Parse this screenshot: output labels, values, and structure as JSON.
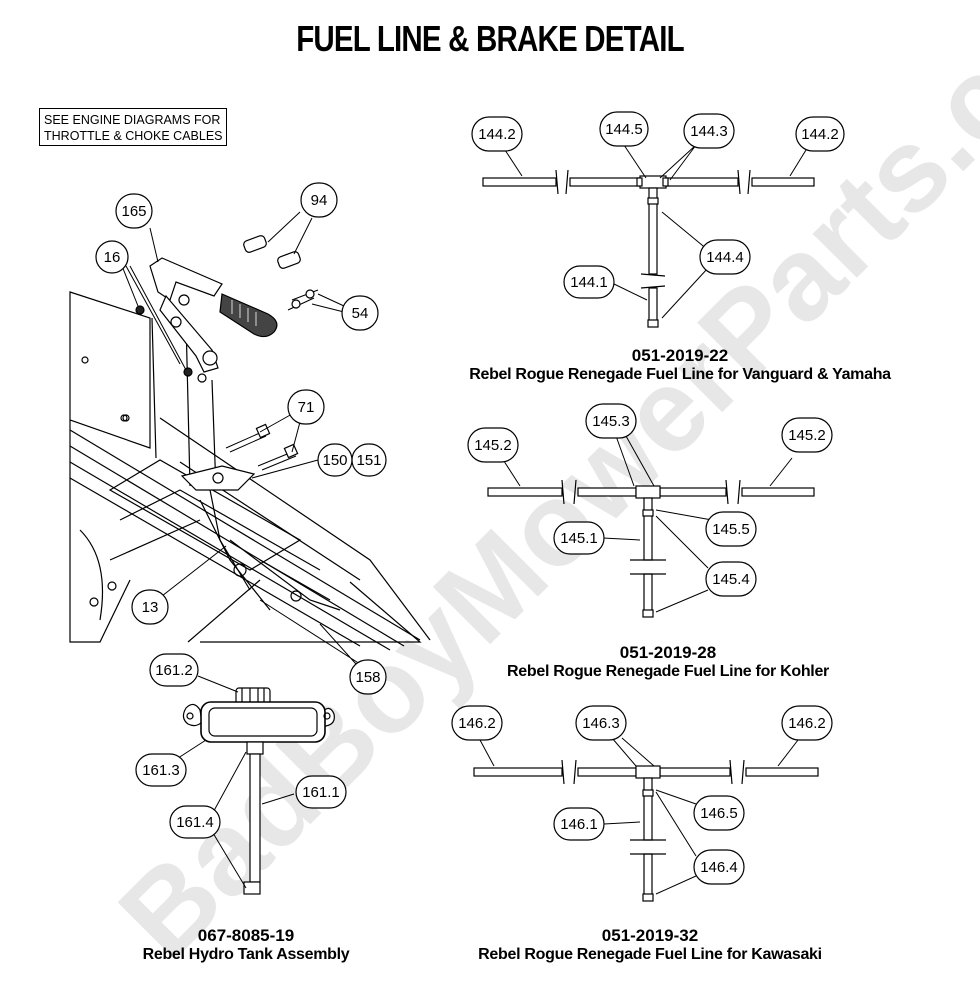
{
  "title": "FUEL LINE & BRAKE DETAIL",
  "note": [
    "SEE ENGINE DIAGRAMS FOR",
    "THROTTLE & CHOKE CABLES"
  ],
  "watermark": "BadBoyMowerParts.com",
  "assemblies": [
    {
      "part": "051-2019-22",
      "desc": "Rebel Rogue Renegade Fuel Line for Vanguard & Yamaha"
    },
    {
      "part": "051-2019-28",
      "desc": "Rebel Rogue Renegade Fuel Line for Kohler"
    },
    {
      "part": "067-8085-19",
      "desc": "Rebel Hydro Tank Assembly"
    },
    {
      "part": "051-2019-32",
      "desc": "Rebel Rogue Renegade Fuel Line for Kawasaki"
    }
  ],
  "callouts": {
    "c144_2a": "144.2",
    "c144_5": "144.5",
    "c144_3": "144.3",
    "c144_2b": "144.2",
    "c144_1": "144.1",
    "c144_4": "144.4",
    "c145_2a": "145.2",
    "c145_3": "145.3",
    "c145_2b": "145.2",
    "c145_1": "145.1",
    "c145_5": "145.5",
    "c145_4": "145.4",
    "c146_2a": "146.2",
    "c146_3": "146.3",
    "c146_2b": "146.2",
    "c146_1": "146.1",
    "c146_5": "146.5",
    "c146_4": "146.4",
    "c165": "165",
    "c16": "16",
    "c94": "94",
    "c54": "54",
    "c71": "71",
    "c150": "150",
    "c151": "151",
    "c13": "13",
    "c158": "158",
    "c161_2": "161.2",
    "c161_3": "161.3",
    "c161_1": "161.1",
    "c161_4": "161.4"
  }
}
